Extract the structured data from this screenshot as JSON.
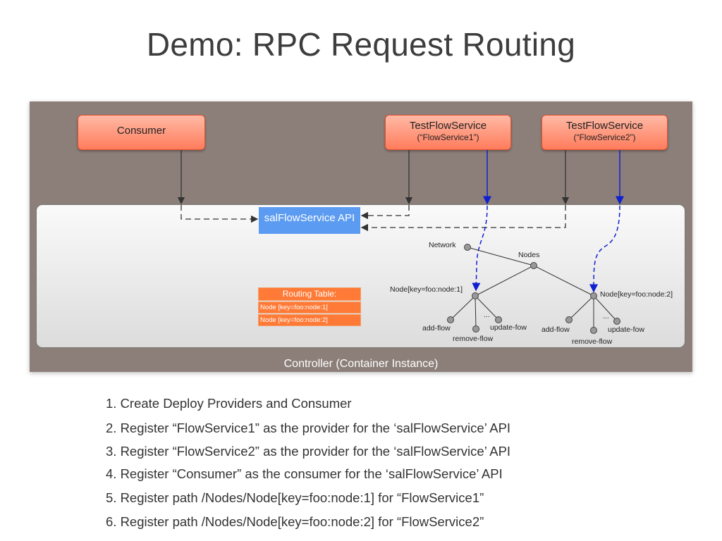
{
  "title": "Demo: RPC Request Routing",
  "consumer": {
    "label": "Consumer"
  },
  "provider1": {
    "label": "TestFlowService",
    "sub": "(“FlowService1”)"
  },
  "provider2": {
    "label": "TestFlowService",
    "sub": "(“FlowService2”)"
  },
  "api": {
    "label": "salFlowService API"
  },
  "routing_table": {
    "header": "Routing Table:",
    "rows": [
      "Node [key=foo:node:1]",
      "Node [key=foo:node:2]"
    ]
  },
  "tree": {
    "network": "Network",
    "nodes": "Nodes",
    "node1": "Node[key=foo:node:1]",
    "node2": "Node[key=foo:node:2]",
    "add_flow": "add-flow",
    "remove_flow": "remove-flow",
    "update_flow": "update-fow",
    "ellipsis": "..."
  },
  "controller_label": "Controller (Container Instance)",
  "steps": [
    "1. Create Deploy Providers and Consumer",
    "2. Register “FlowService1” as the provider for the ‘salFlowService’ API",
    "3. Register “FlowService2” as the provider for the ‘salFlowService’ API",
    "4. Register “Consumer” as the consumer for the ‘salFlowService’ API",
    "5. Register path /Nodes/Node[key=foo:node:1] for “FlowService1”",
    "6. Register path /Nodes/Node[key=foo:node:2] for “FlowService2”"
  ],
  "colors": {
    "panel": "#8c7f79",
    "box_fill": "#ff7c5c",
    "api_fill": "#5b9bf1",
    "routing_fill": "#ff7a36",
    "blue_arrow": "#1020d0"
  }
}
